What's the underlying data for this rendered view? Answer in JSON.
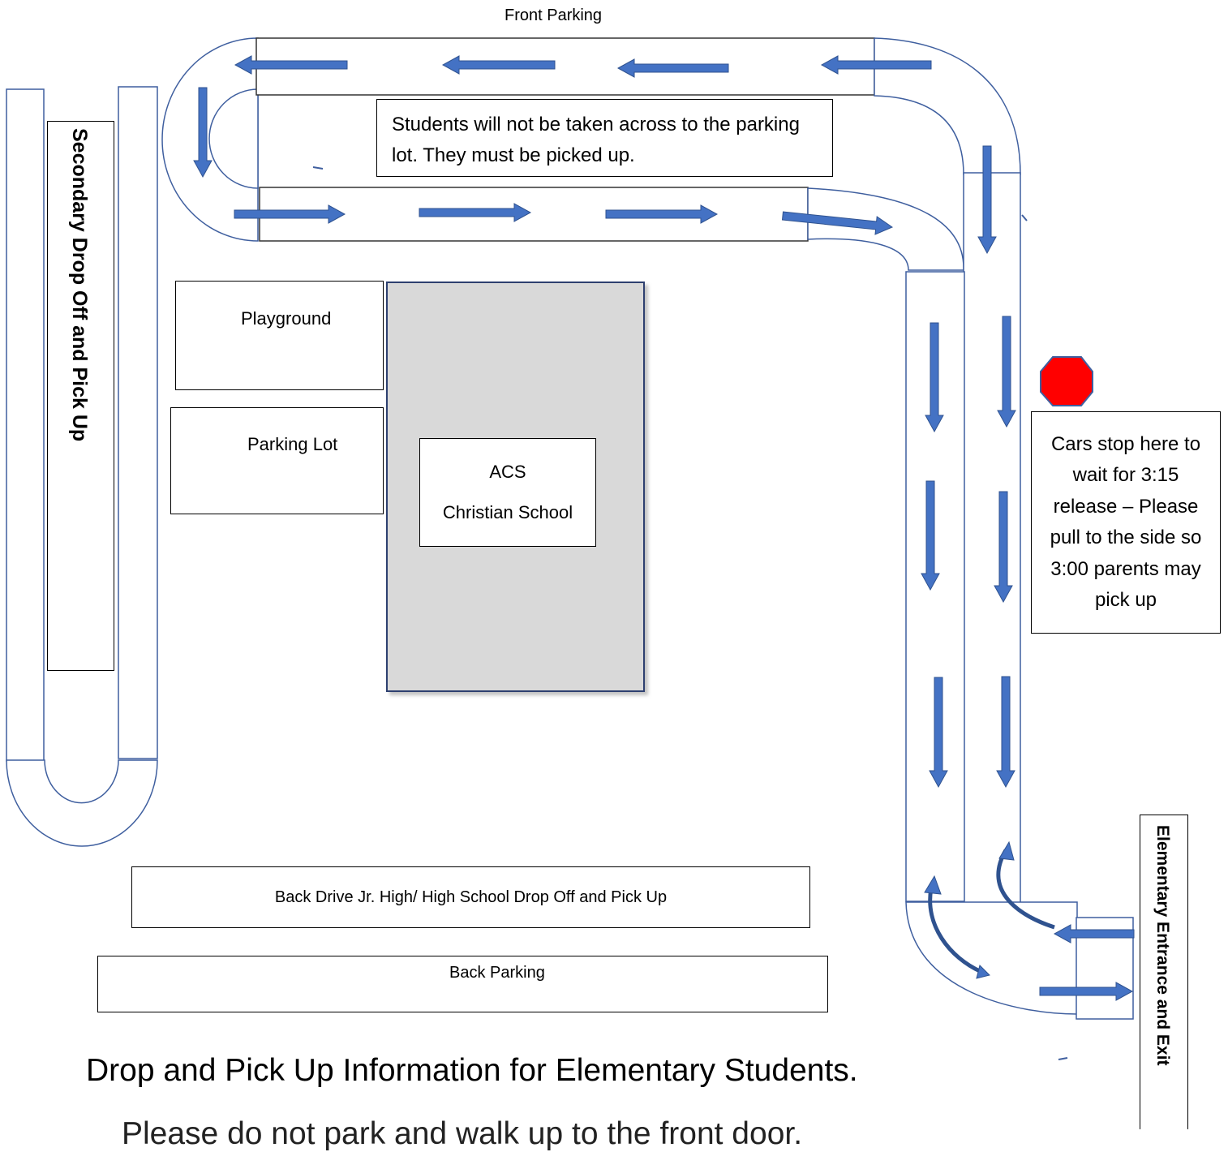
{
  "labels": {
    "front_parking": "Front Parking",
    "front_note": "Students will not be taken across to the parking lot.  They must be picked up.",
    "playground": "Playground",
    "parking_lot": "Parking Lot",
    "school_line1": "ACS",
    "school_line2": "Christian School",
    "secondary_dropoff": "Secondary  Drop Off and Pick Up",
    "back_drive": "Back Drive Jr. High/ High School Drop Off and Pick Up",
    "back_parking": "Back Parking",
    "elementary_entrance": "Elementary Entrance and Exit",
    "wait_note": "Cars stop here to wait for 3:15 release – Please pull to the side so 3:00 parents may pick up",
    "heading": "Drop and Pick Up Information for Elementary Students.",
    "partial_line": "Please do not park and walk up to the front door."
  },
  "colors": {
    "road_outline": "#3f5f9f",
    "arrow_fill": "#4472c4",
    "arrow_stroke": "#2f528f",
    "building_fill": "#d9d9d9",
    "stop_sign": "#ff0000"
  },
  "icons": {
    "stop": "stop-sign-icon",
    "arrow": "direction-arrow-icon"
  }
}
